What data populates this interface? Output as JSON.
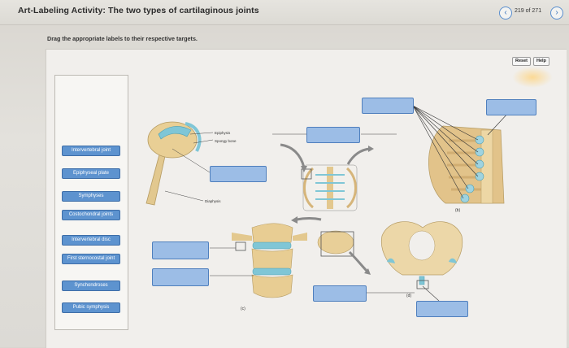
{
  "header": {
    "title": "Art-Labeling Activity: The two types of cartilaginous joints",
    "page_count": "219 of 271",
    "prev_icon": "chevron-left-icon",
    "next_icon": "chevron-right-icon"
  },
  "instructions": "Drag the appropriate labels to their respective targets.",
  "toolbar": {
    "reset_label": "Reset",
    "help_label": "Help"
  },
  "label_bank": [
    "Intervertebral joint",
    "Epiphyseal plate",
    "Symphyses",
    "Costochondral joints",
    "Intervertebral disc",
    "First sternocostal joint",
    "Synchondroses",
    "Pubic symphysis"
  ],
  "figure": {
    "epiphysis_label": "Epiphysis",
    "spongy_bone_label": "Spongy bone",
    "diaphysis_label": "Diaphysis",
    "part_b": "(b)",
    "part_c": "(c)",
    "part_d": "(d)"
  },
  "colors": {
    "accent": "#3d74bd",
    "chip": "#5d93cf",
    "target": "#9cbde6",
    "cartilage": "#7fc6d6",
    "bone": "#e8c98a"
  }
}
